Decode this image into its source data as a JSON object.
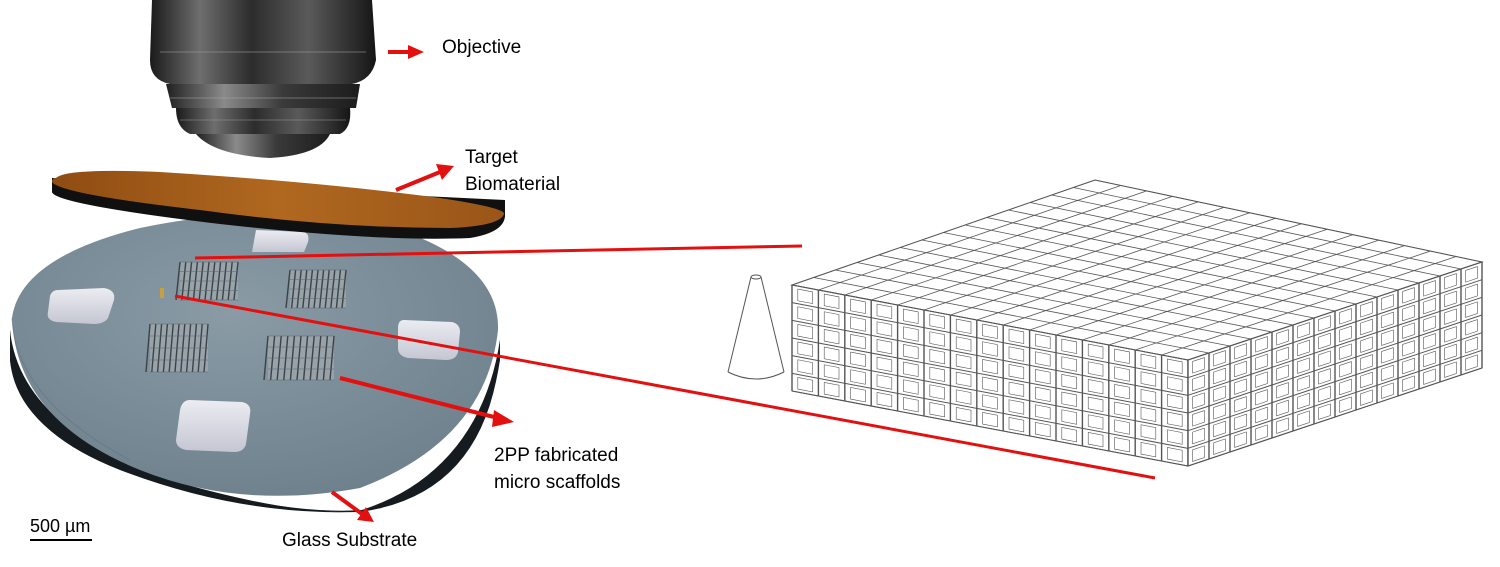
{
  "labels": {
    "objective": "Objective",
    "target_line1": "Target",
    "target_line2": "Biomaterial",
    "scaffolds_line1": "2PP fabricated",
    "scaffolds_line2": "micro scaffolds",
    "glass": "Glass Substrate",
    "scale": "500 µm"
  },
  "colors": {
    "arrow": "#e31010",
    "substrate_top": "#7f929e",
    "substrate_edge": "#151b1f",
    "biomaterial_top": "#a55d1c",
    "biomaterial_edge": "#101010",
    "pad": "#dcdde6",
    "objective": "#3b3b3b",
    "lattice_stroke": "#555555"
  },
  "lattice": {
    "columns": 15,
    "depth_columns": 14,
    "rows": 6
  }
}
